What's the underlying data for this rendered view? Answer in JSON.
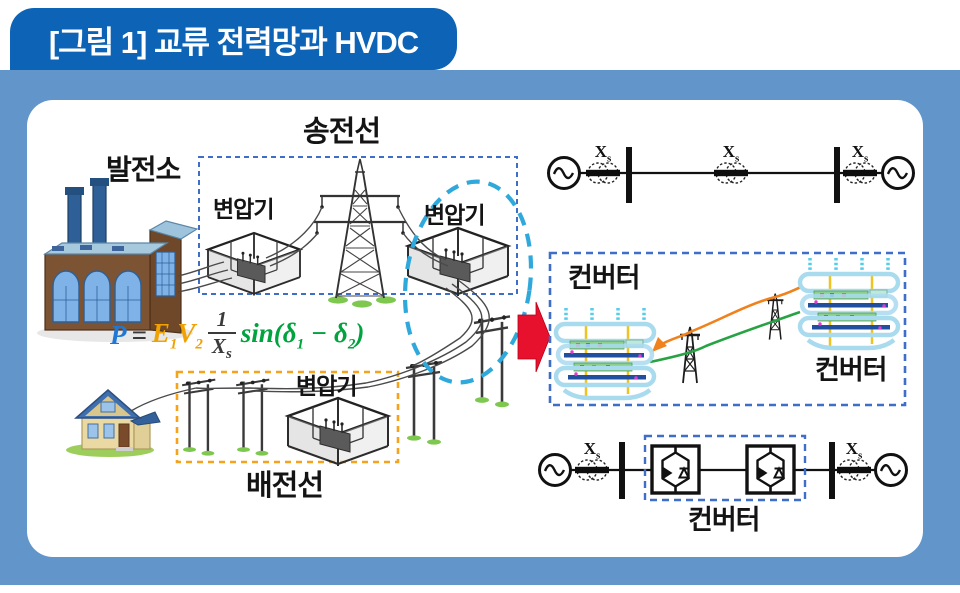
{
  "figure": {
    "title": "[그림 1] 교류 전력망과 HVDC"
  },
  "ac_grid_scene": {
    "power_plant_label": "발전소",
    "transmission_line_label": "송전선",
    "transformer_labels": [
      "변압기",
      "변압기",
      "변압기"
    ],
    "distribution_line_label": "배전선"
  },
  "formula": {
    "p": "P",
    "eq": "=",
    "e": "E",
    "e_sub": "1",
    "v": "V",
    "v_sub": "2",
    "num": "1",
    "den": "X",
    "den_sub": "s",
    "sin_open": "sin(δ",
    "s1": "1",
    "minus": " − ",
    "delta2": "δ",
    "s2": "2",
    "close": ")"
  },
  "hvdc_scene": {
    "converter_labels": [
      "컨버터",
      "컨버터"
    ]
  },
  "circuit_diagrams": {
    "reactance_label": {
      "x": "X",
      "s": "s"
    },
    "converter_label": "컨버터"
  },
  "colors": {
    "banner_blue": "#0d63b5",
    "frame_blue": "#6295ca",
    "dashed_box_blue": "#3f6ec8",
    "dashed_box_orange": "#f5a31b",
    "highlight_ellipse_cyan": "#2fa8dc",
    "arrow_red": "#e8112d",
    "formula_p_blue": "#1e78d7",
    "formula_ev_orange": "#f0a202",
    "formula_sin_green": "#00a33e",
    "dc_line_orange": "#f0821e",
    "dc_line_green": "#27a343"
  }
}
